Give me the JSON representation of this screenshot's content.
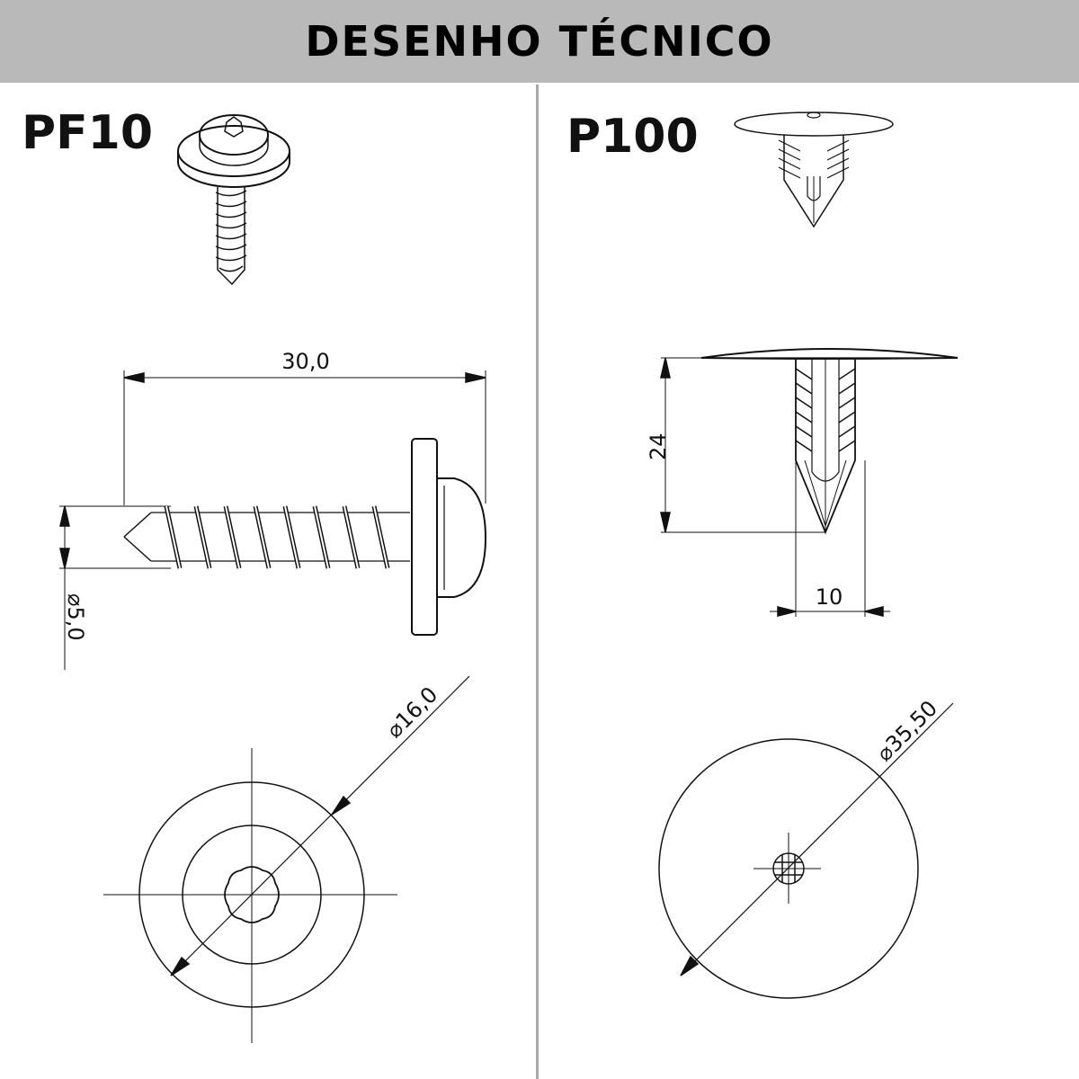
{
  "header": {
    "title": "DESENHO TÉCNICO"
  },
  "parts": [
    {
      "code": "PF10",
      "dimensions": {
        "length": "30,0",
        "shank_diameter": "⌀5,0",
        "head_diameter": "⌀16,0"
      }
    },
    {
      "code": "P100",
      "dimensions": {
        "height": "24",
        "width": "10",
        "head_diameter": "⌀35,50"
      }
    }
  ],
  "colors": {
    "header_bg": "#b9b9b9",
    "divider": "#a8a8a8",
    "line": "#111111"
  }
}
